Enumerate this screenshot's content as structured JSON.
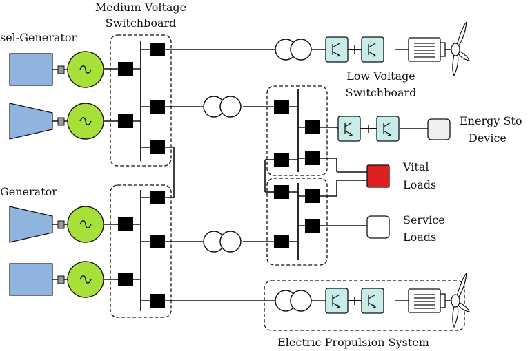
{
  "labels": {
    "mv_switchboard": [
      "Medium Voltage",
      "Switchboard"
    ],
    "lv_switchboard": [
      "Low Voltage",
      "Switchboard"
    ],
    "diesel_generator": "sel-Generator",
    "generator": "Generator",
    "energy_storage": [
      "Energy Sto",
      "Device"
    ],
    "vital_loads": [
      "Vital",
      "Loads"
    ],
    "service_loads": [
      "Service",
      "Loads"
    ],
    "propulsion": "Electric Propulsion System"
  },
  "colors": {
    "generator_body": "#8fb4e0",
    "alternator": "#a8e03a",
    "converter": "#c7ece9",
    "vital_load": "#e02020",
    "service_load": "#ffffff",
    "storage": "#f0f0ee",
    "breaker": "#9a9a9a"
  },
  "icons": [
    "engine-icon",
    "alternator-icon",
    "breaker-icon",
    "transformer-icon",
    "converter-icon",
    "motor-icon",
    "propeller-icon"
  ]
}
